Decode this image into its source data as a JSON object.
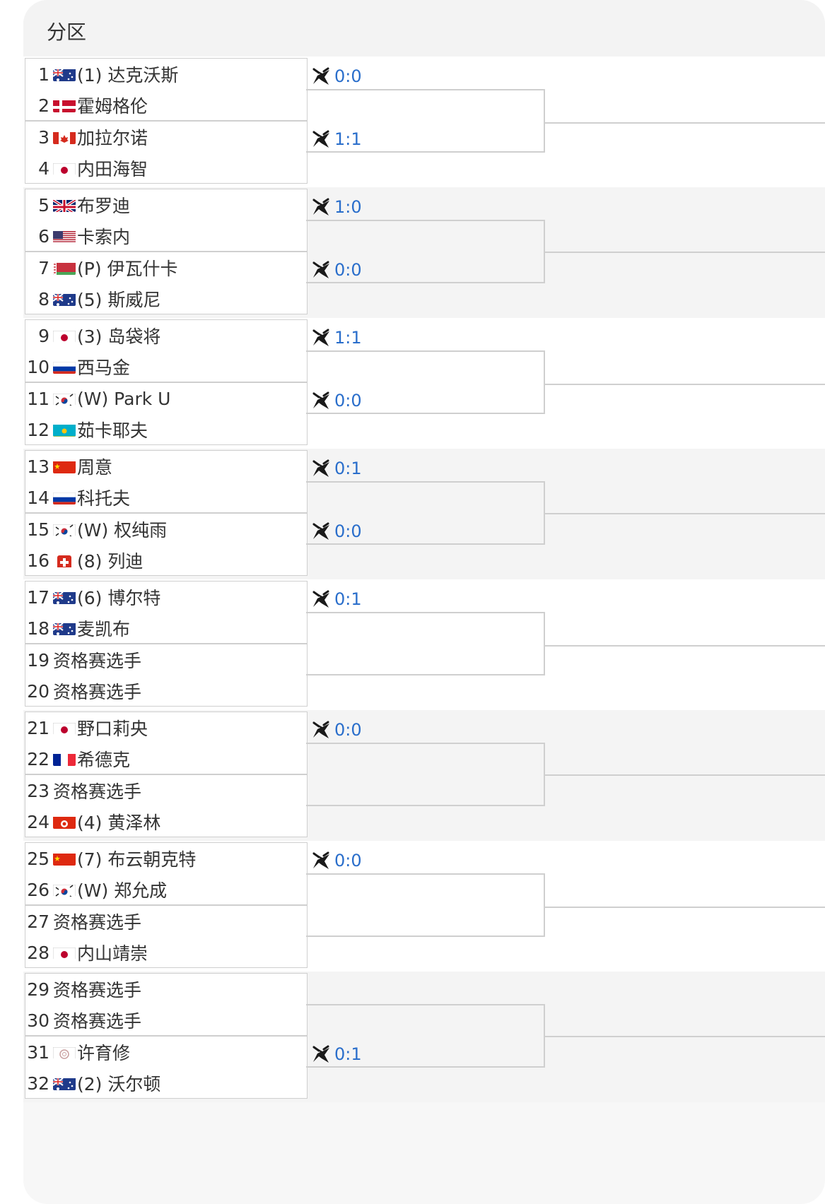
{
  "header": {
    "title": "分区"
  },
  "groups": [
    {
      "players": [
        {
          "num": "1",
          "flag": "aus",
          "name": "(1) 达克沃斯"
        },
        {
          "num": "2",
          "flag": "den",
          "name": "霍姆格伦"
        },
        {
          "num": "3",
          "flag": "can",
          "name": "加拉尔诺"
        },
        {
          "num": "4",
          "flag": "jpn",
          "name": "内田海智"
        }
      ],
      "scores": [
        "0:0",
        "1:1"
      ]
    },
    {
      "players": [
        {
          "num": "5",
          "flag": "gbr",
          "name": "布罗迪"
        },
        {
          "num": "6",
          "flag": "usa",
          "name": "卡索内"
        },
        {
          "num": "7",
          "flag": "blr",
          "name": "(P) 伊瓦什卡"
        },
        {
          "num": "8",
          "flag": "aus",
          "name": "(5) 斯威尼"
        }
      ],
      "scores": [
        "1:0",
        "0:0"
      ]
    },
    {
      "players": [
        {
          "num": "9",
          "flag": "jpn",
          "name": "(3) 岛袋将"
        },
        {
          "num": "10",
          "flag": "rus",
          "name": "西马金"
        },
        {
          "num": "11",
          "flag": "kor",
          "name": "(W) Park U"
        },
        {
          "num": "12",
          "flag": "kaz",
          "name": "茹卡耶夫"
        }
      ],
      "scores": [
        "1:1",
        "0:0"
      ]
    },
    {
      "players": [
        {
          "num": "13",
          "flag": "chn",
          "name": "周意"
        },
        {
          "num": "14",
          "flag": "rus",
          "name": "科托夫"
        },
        {
          "num": "15",
          "flag": "kor",
          "name": "(W) 权纯雨"
        },
        {
          "num": "16",
          "flag": "sui",
          "name": "(8) 列迪"
        }
      ],
      "scores": [
        "0:1",
        "0:0"
      ]
    },
    {
      "players": [
        {
          "num": "17",
          "flag": "aus",
          "name": "(6) 博尔特"
        },
        {
          "num": "18",
          "flag": "aus",
          "name": "麦凯布"
        },
        {
          "num": "19",
          "flag": "",
          "name": "资格赛选手"
        },
        {
          "num": "20",
          "flag": "",
          "name": "资格赛选手"
        }
      ],
      "scores": [
        "0:1",
        ""
      ]
    },
    {
      "players": [
        {
          "num": "21",
          "flag": "jpn",
          "name": "野口莉央"
        },
        {
          "num": "22",
          "flag": "fra",
          "name": "希德克"
        },
        {
          "num": "23",
          "flag": "",
          "name": "资格赛选手"
        },
        {
          "num": "24",
          "flag": "hkg",
          "name": "(4) 黄泽林"
        }
      ],
      "scores": [
        "0:0",
        ""
      ]
    },
    {
      "players": [
        {
          "num": "25",
          "flag": "chn",
          "name": "(7) 布云朝克特"
        },
        {
          "num": "26",
          "flag": "kor",
          "name": "(W) 郑允成"
        },
        {
          "num": "27",
          "flag": "",
          "name": "资格赛选手"
        },
        {
          "num": "28",
          "flag": "jpn",
          "name": "内山靖崇"
        }
      ],
      "scores": [
        "0:0",
        ""
      ]
    },
    {
      "players": [
        {
          "num": "29",
          "flag": "",
          "name": "资格赛选手"
        },
        {
          "num": "30",
          "flag": "",
          "name": "资格赛选手"
        },
        {
          "num": "31",
          "flag": "tpe",
          "name": "许育修"
        },
        {
          "num": "32",
          "flag": "aus",
          "name": "(2) 沃尔顿"
        }
      ],
      "scores": [
        "",
        "0:1"
      ]
    }
  ],
  "colors": {
    "score": "#2a6ecb",
    "line": "#cfcfcf"
  }
}
